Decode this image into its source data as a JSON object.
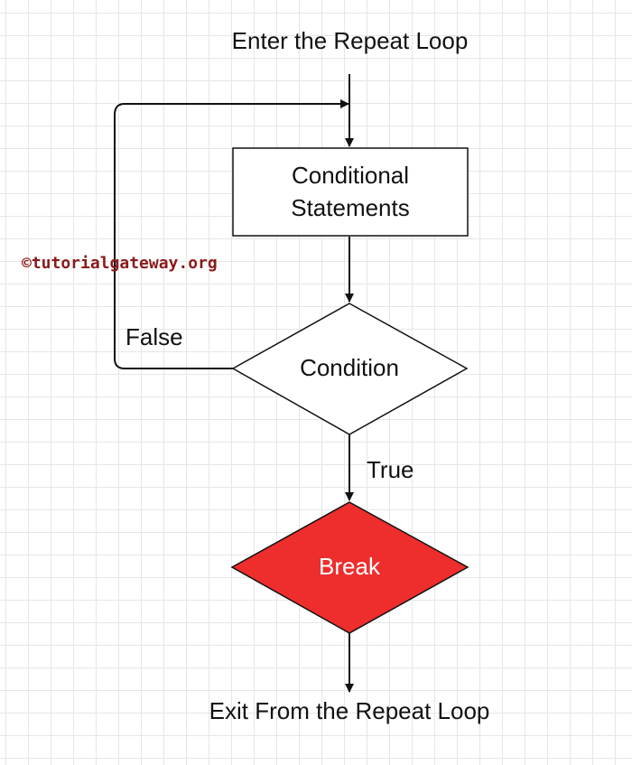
{
  "flow": {
    "entry_label": "Enter the Repeat Loop",
    "statements_line1": "Conditional",
    "statements_line2": "Statements",
    "condition_label": "Condition",
    "false_label": "False",
    "true_label": "True",
    "break_label": "Break",
    "exit_label": "Exit From the Repeat Loop"
  },
  "watermark": {
    "text": "©tutorialgateway.org"
  },
  "colors": {
    "stroke": "#111111",
    "break_fill": "#ee2d2d",
    "break_text": "#ffffff",
    "watermark": "#8b1a1a"
  }
}
